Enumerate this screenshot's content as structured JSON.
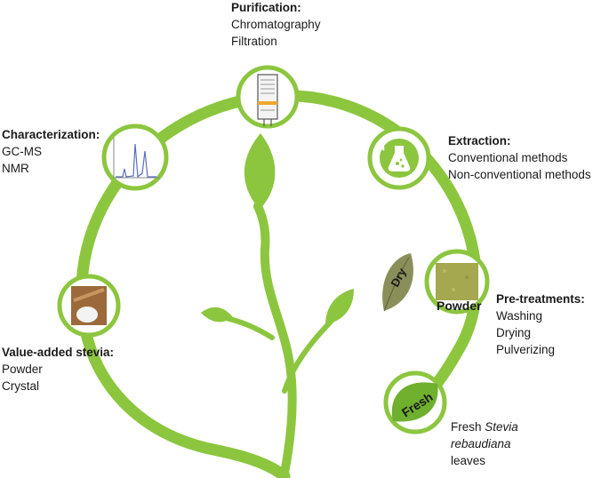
{
  "colors": {
    "green": "#8cc63f",
    "dark_green": "#6fb02e",
    "leaf_light": "#a3d35f"
  },
  "stages": {
    "purification": {
      "title": "Purification:",
      "items": [
        "Chromatography",
        "Filtration"
      ],
      "icon": "chromatography-column-icon"
    },
    "extraction": {
      "title": "Extraction:",
      "items": [
        "Conventional methods",
        "Non-conventional methods"
      ],
      "icon": "flask-icon"
    },
    "characterization": {
      "title": "Characterization:",
      "items": [
        "GC-MS",
        "NMR"
      ],
      "icon": "chromatogram-icon"
    },
    "pretreatments": {
      "title": "Pre-treatments:",
      "items": [
        "Washing",
        "Drying",
        "Pulverizing"
      ],
      "icon": "powder-icon",
      "dry_label": "Dry",
      "powder_label": "Powder"
    },
    "value_added": {
      "title": "Value-added stevia:",
      "items": [
        "Powder",
        "Crystal"
      ],
      "icon": "stevia-crystal-icon"
    },
    "fresh": {
      "leaf_label": "Fresh",
      "line1_a": "Fresh ",
      "line1_b": "Stevia",
      "line2": "rebaudiana",
      "line3": "leaves",
      "icon": "fresh-leaf-icon"
    }
  }
}
